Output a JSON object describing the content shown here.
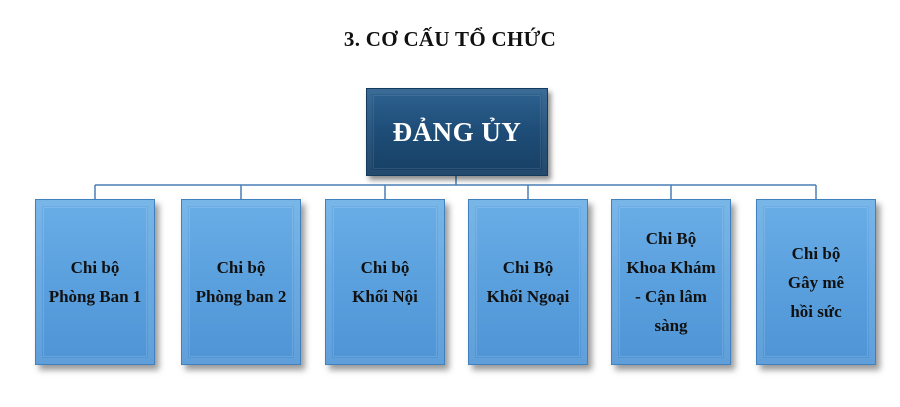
{
  "title": "3. CƠ CẤU TỔ CHỨC",
  "root": {
    "label": "ĐẢNG ỦY"
  },
  "nodes": [
    {
      "label": "Chi bộ\nPhòng Ban 1"
    },
    {
      "label": "Chi bộ\nPhòng ban 2"
    },
    {
      "label": "Chi bộ\nKhối Nội"
    },
    {
      "label": "Chi Bộ\nKhối Ngoại"
    },
    {
      "label": "Chi Bộ\nKhoa Khám\n- Cận lâm\nsàng"
    },
    {
      "label": "Chi bộ\nGây mê\nhồi sức"
    }
  ],
  "colors": {
    "root_fill": "#1f4e79",
    "node_fill": "#5aa0de",
    "connector": "#4a7fb5"
  }
}
